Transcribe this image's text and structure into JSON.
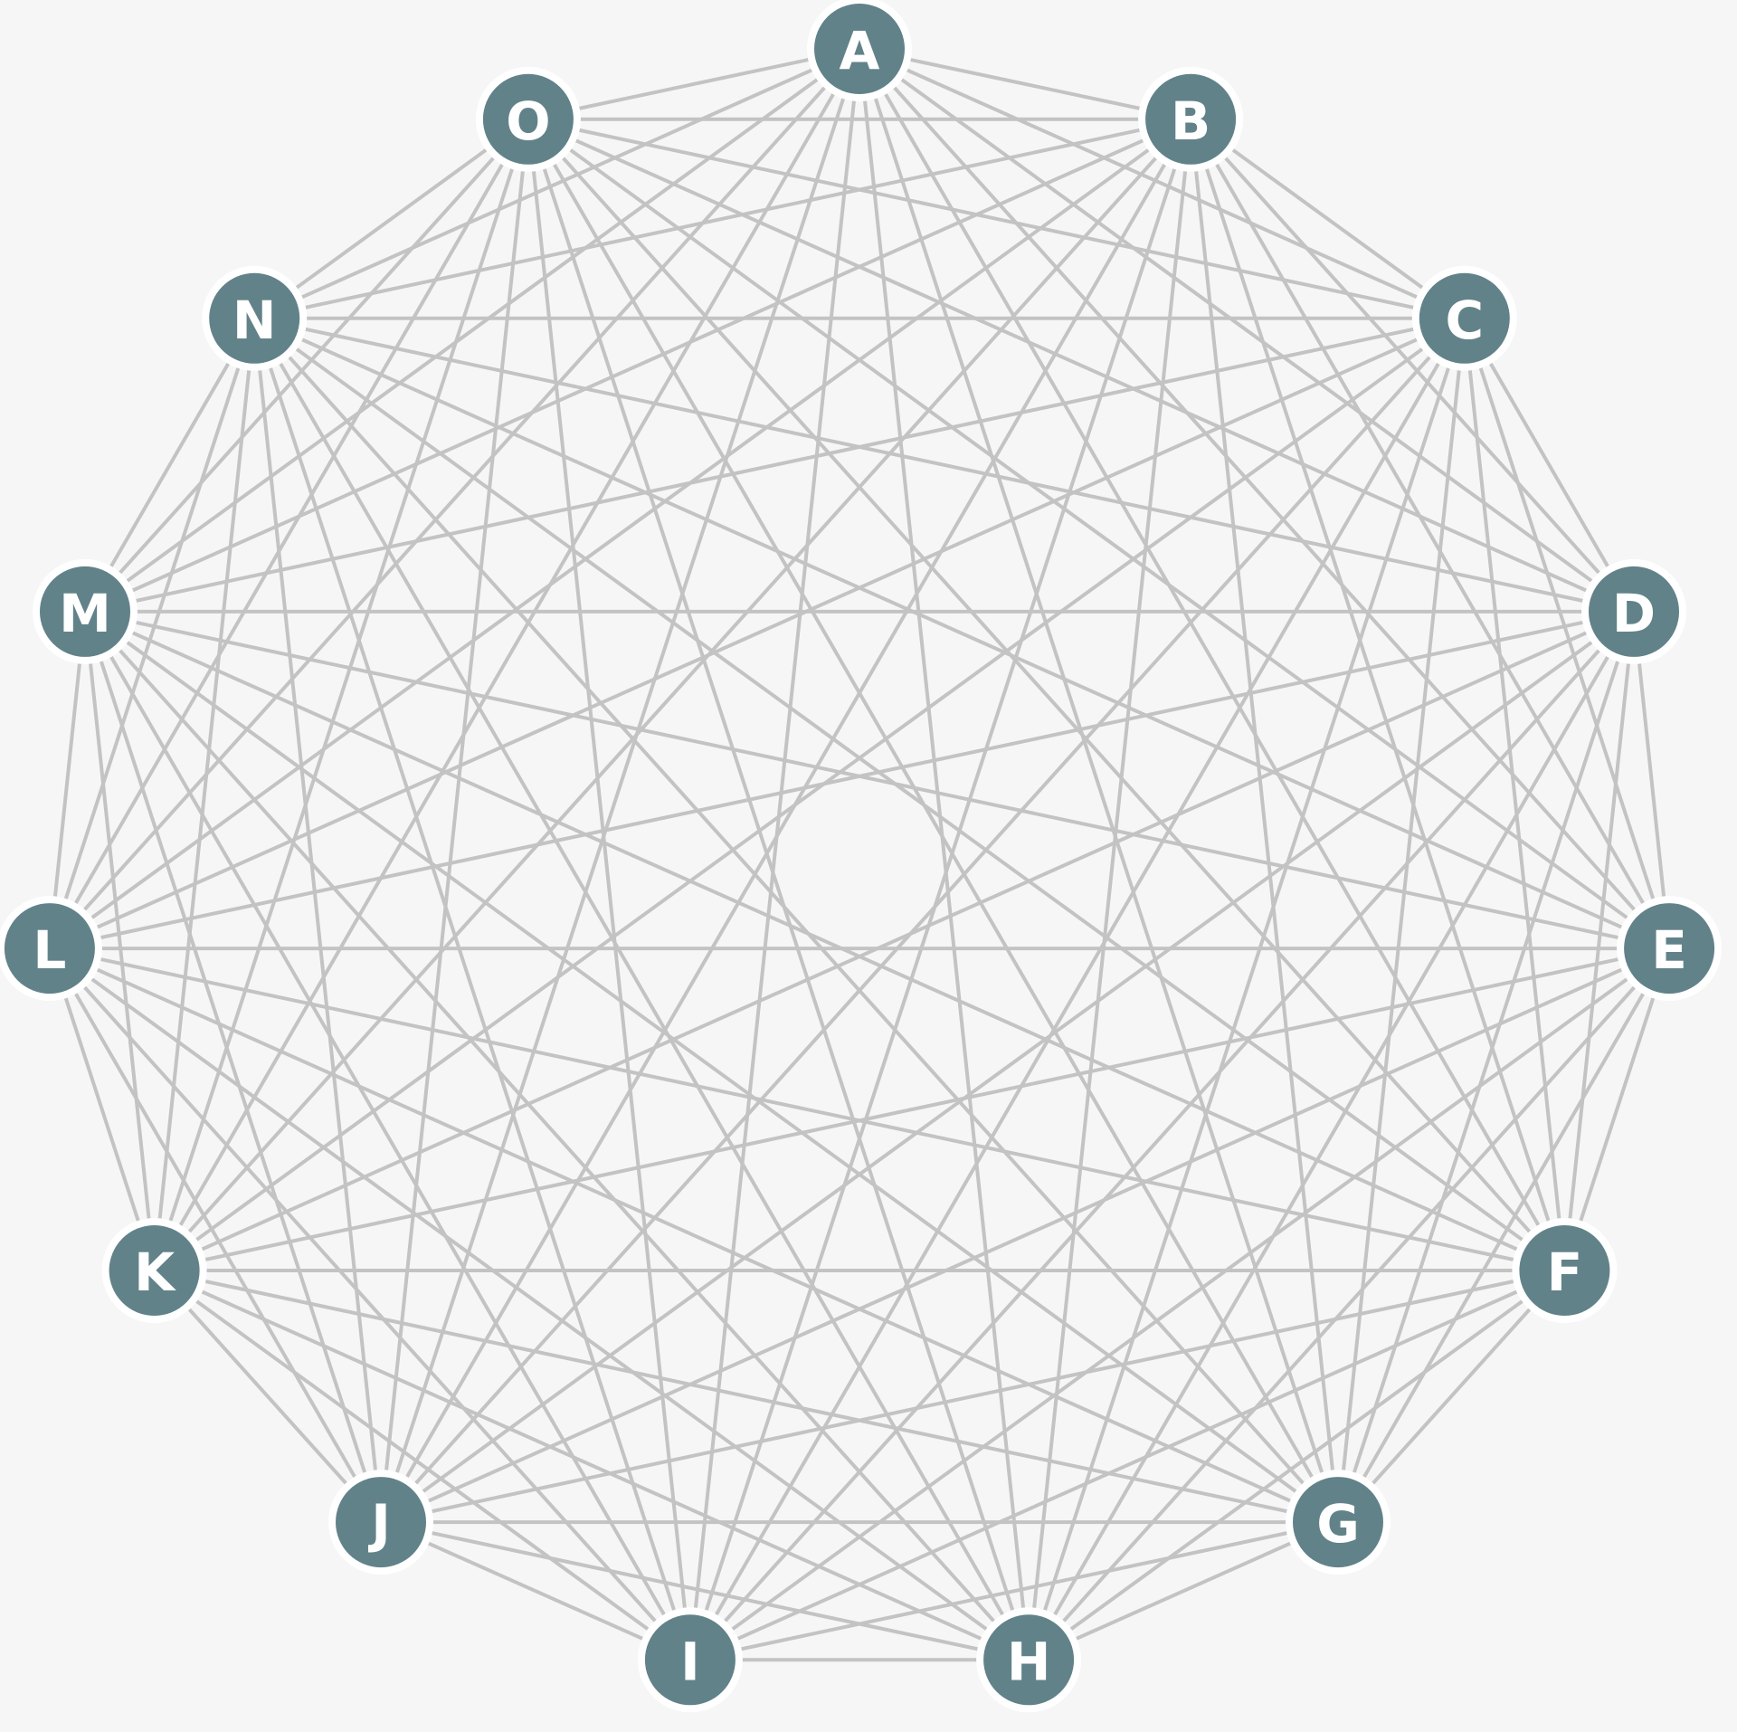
{
  "diagram": {
    "type": "complete-graph",
    "nodes": [
      "A",
      "B",
      "C",
      "D",
      "E",
      "F",
      "G",
      "H",
      "I",
      "J",
      "K",
      "L",
      "M",
      "N",
      "O"
    ],
    "edges": "all-pairs",
    "colors": {
      "background": "#f6f6f6",
      "edge": "#c3c3c3",
      "node_fill": "#628289",
      "node_outline": "#ffffff",
      "label": "#ffffff"
    }
  }
}
